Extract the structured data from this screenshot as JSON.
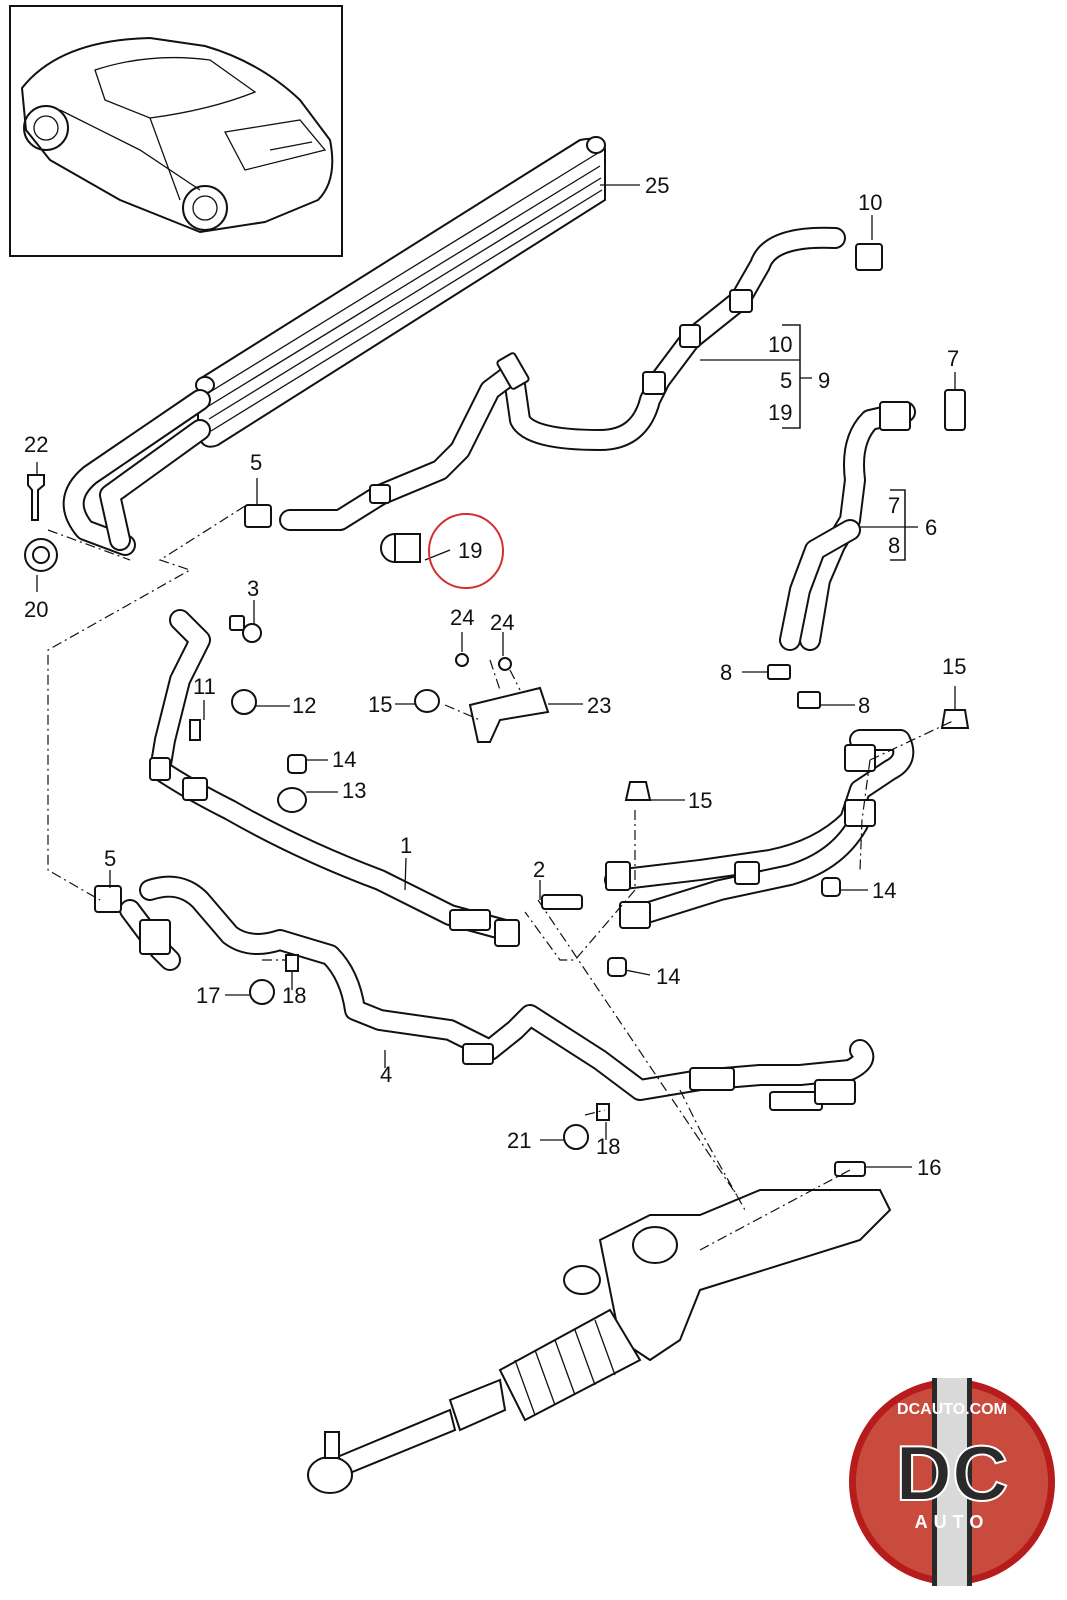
{
  "callouts": {
    "c1": "1",
    "c2": "2",
    "c3": "3",
    "c4": "4",
    "c5a": "5",
    "c5b": "5",
    "c5c": "5",
    "c6": "6",
    "c7a": "7",
    "c7b": "7",
    "c8a": "8",
    "c8b": "8",
    "c8c": "8",
    "c9": "9",
    "c10a": "10",
    "c10b": "10",
    "c11": "11",
    "c12": "12",
    "c13": "13",
    "c14a": "14",
    "c14b": "14",
    "c14c": "14",
    "c15a": "15",
    "c15b": "15",
    "c15c": "15",
    "c16": "16",
    "c17": "17",
    "c18a": "18",
    "c18b": "18",
    "c19a": "19",
    "c19b": "19",
    "c20": "20",
    "c21": "21",
    "c22": "22",
    "c23": "23",
    "c24a": "24",
    "c24b": "24",
    "c25": "25"
  },
  "logo": {
    "top_text": "DCAUTO.COM",
    "main_text": "DC",
    "sub_text": "AUTO"
  },
  "colors": {
    "line": "#111111",
    "highlight": "#d32f2f",
    "logo_red": "#b71c1c",
    "logo_dark": "#2a2a2a"
  },
  "icons": [
    "car-thumbnail-icon",
    "dcauto-logo-icon"
  ]
}
